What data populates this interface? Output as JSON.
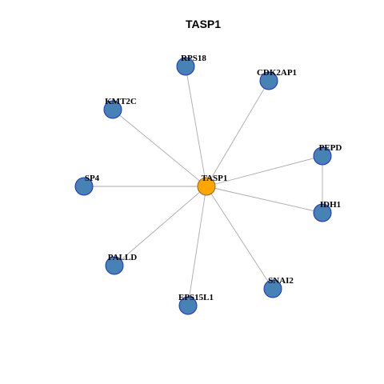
{
  "title": "TASP1",
  "colors": {
    "center_fill": "#FFA500",
    "center_stroke": "#8a6a2a",
    "node_fill": "#4682B4",
    "node_stroke": "#1a2fcc",
    "edge": "#aaaaaa"
  },
  "nodes": [
    {
      "id": "TASP1",
      "label": "TASP1",
      "role": "center"
    },
    {
      "id": "RPS18",
      "label": "RPS18",
      "role": "neighbor"
    },
    {
      "id": "CDK2AP1",
      "label": "CDK2AP1",
      "role": "neighbor"
    },
    {
      "id": "KMT2C",
      "label": "KMT2C",
      "role": "neighbor"
    },
    {
      "id": "PEPD",
      "label": "PEPD",
      "role": "neighbor"
    },
    {
      "id": "SP4",
      "label": "SP4",
      "role": "neighbor"
    },
    {
      "id": "IDH1",
      "label": "IDH1",
      "role": "neighbor"
    },
    {
      "id": "PALLD",
      "label": "PALLD",
      "role": "neighbor"
    },
    {
      "id": "SNAI2",
      "label": "SNAI2",
      "role": "neighbor"
    },
    {
      "id": "EPS15L1",
      "label": "EPS15L1",
      "role": "neighbor"
    }
  ],
  "edges": [
    [
      "TASP1",
      "RPS18"
    ],
    [
      "TASP1",
      "CDK2AP1"
    ],
    [
      "TASP1",
      "KMT2C"
    ],
    [
      "TASP1",
      "PEPD"
    ],
    [
      "TASP1",
      "SP4"
    ],
    [
      "TASP1",
      "IDH1"
    ],
    [
      "TASP1",
      "PALLD"
    ],
    [
      "TASP1",
      "SNAI2"
    ],
    [
      "TASP1",
      "EPS15L1"
    ],
    [
      "PEPD",
      "IDH1"
    ]
  ]
}
